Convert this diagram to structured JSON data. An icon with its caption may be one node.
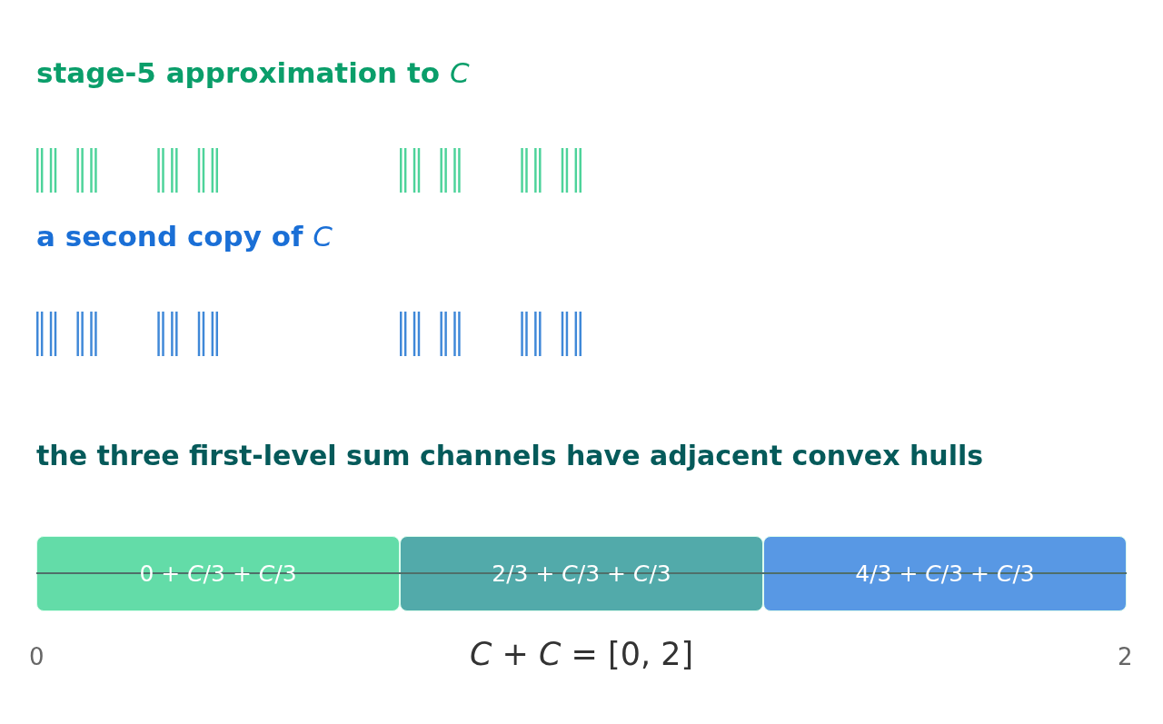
{
  "diagram": {
    "nodes": [
      {
        "text": [
          "0 + *C*/3 + *C*/3"
        ]
      },
      {
        "text": [
          "2/3 + *C*/3 + *C*/3"
        ]
      },
      {
        "text": [
          "4/3 + *C*/3 + *C*/3"
        ]
      }
    ],
    "labels": [
      "stage-5 approximation to *C*",
      "a second copy of *C*",
      "the three first-level sum channels have adjacent convex hulls",
      "0",
      "*C* + *C* = [0, 2]",
      "2"
    ]
  }
}
